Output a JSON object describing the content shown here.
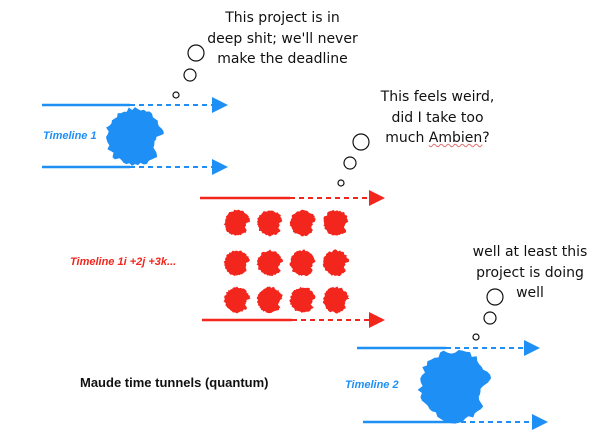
{
  "colors": {
    "blue": "#1e8ff5",
    "red": "#f3261d",
    "text": "#111111"
  },
  "timeline1": {
    "label": "Timeline 1"
  },
  "timeline_quantum": {
    "label": "Timeline 1i +2j +3k..."
  },
  "timeline2": {
    "label": "Timeline 2"
  },
  "caption": "Maude time tunnels (quantum)",
  "thoughts": [
    {
      "lines": [
        "This project is in",
        "deep shit; we'll never",
        "make the deadline"
      ]
    },
    {
      "lines": [
        "This feels weird,",
        "did I take too",
        "much ",
        "Ambien",
        "?"
      ]
    },
    {
      "lines": [
        "well at least this",
        "project is doing",
        "well"
      ]
    }
  ]
}
